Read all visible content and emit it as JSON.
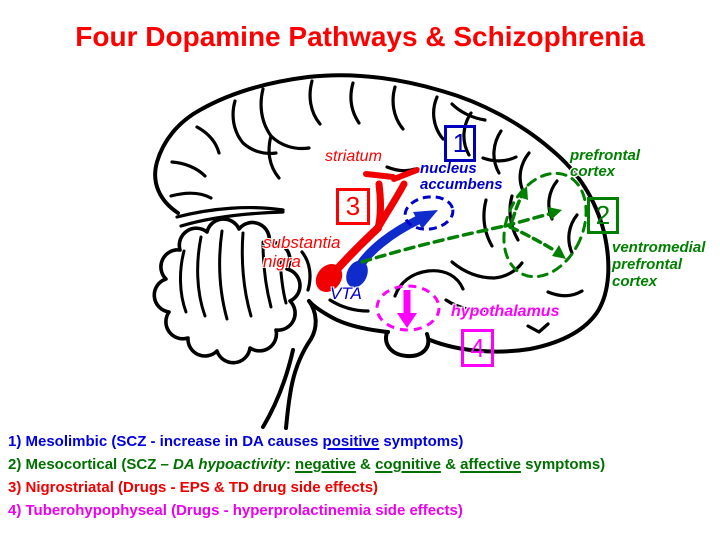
{
  "title": "Four Dopamine Pathways & Schizophrenia",
  "colors": {
    "title_red": "#ff0000",
    "mesolimbic_blue": "#0000cc",
    "mesocortical_green": "#008000",
    "nigrostriatal_red": "#ff0000",
    "tuberohypophyseal_magenta": "#ff00ff",
    "brain_outline_black": "#000000"
  },
  "brain_labels": {
    "striatum": "striatum",
    "nucleus_accumbens": [
      "nucleus",
      "accumbens"
    ],
    "prefrontal_cortex": [
      "prefrontal",
      "cortex"
    ],
    "ventromedial_prefrontal_cortex": [
      "ventromedial",
      "prefrontal",
      "cortex"
    ],
    "substantia_nigra": [
      "substantia",
      "nigra"
    ],
    "vta": "VTA",
    "hypothalamus": "hypothalamus"
  },
  "pathway_markers": [
    {
      "number": "1",
      "color": "#0000bb"
    },
    {
      "number": "2",
      "color": "#008000"
    },
    {
      "number": "3",
      "color": "#ff0000"
    },
    {
      "number": "4",
      "color": "#ff00ff"
    }
  ],
  "legend": [
    {
      "parts": [
        "1) Mesolimbic (SCZ - increase in DA causes ",
        "positive",
        " symptoms)"
      ]
    },
    {
      "parts": [
        "2) Mesocortical (SCZ – ",
        "DA hypoactivity",
        ": ",
        "negative",
        " & ",
        "cognitive",
        " & ",
        "affective",
        " symptoms)"
      ]
    },
    {
      "parts": [
        "3) Nigrostriatal (Drugs - EPS & TD drug side effects)"
      ]
    },
    {
      "parts": [
        "4) Tuberohypophyseal (Drugs - hyperprolactinemia side effects)"
      ]
    }
  ]
}
